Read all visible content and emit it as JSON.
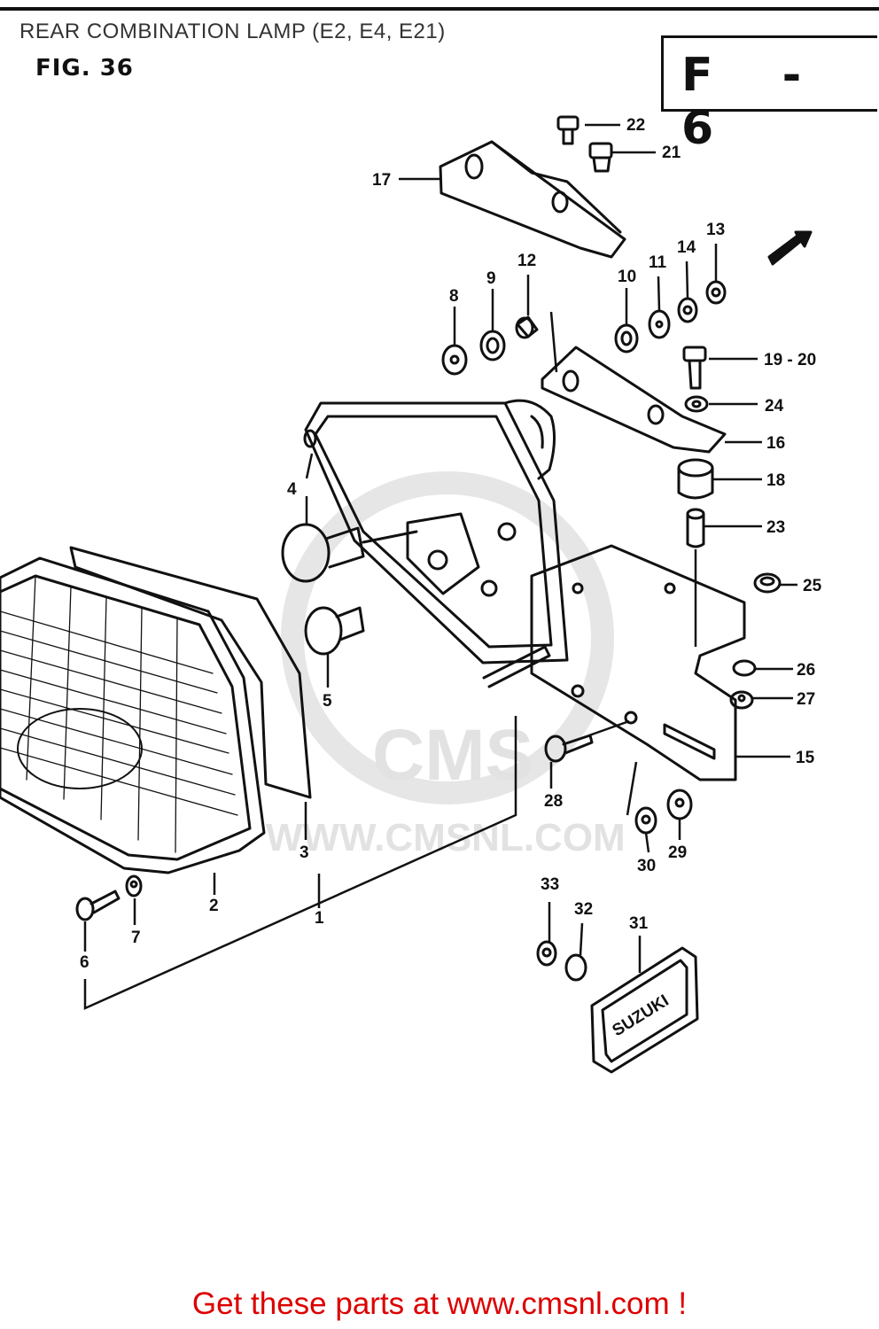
{
  "header": {
    "title": "REAR COMBINATION LAMP (E2, E4, E21)",
    "figure": "FIG. 36",
    "section_code": "F - 6"
  },
  "watermark": {
    "brand": "CMS",
    "url": "WWW.CMSNL.COM"
  },
  "callouts": [
    "1",
    "2",
    "3",
    "4",
    "5",
    "6",
    "7",
    "8",
    "9",
    "10",
    "11",
    "12",
    "13",
    "14",
    "15",
    "16",
    "17",
    "18",
    "19 - 20",
    "21",
    "22",
    "23",
    "24",
    "25",
    "26",
    "27",
    "28",
    "29",
    "30",
    "31",
    "32",
    "33"
  ],
  "plate_text": "SUZUKI",
  "footer": {
    "link_text": "Get these parts at www.cmsnl.com !"
  },
  "colors": {
    "link": "#dd0000",
    "line": "#111111",
    "watermark": "#e2e2e2"
  }
}
